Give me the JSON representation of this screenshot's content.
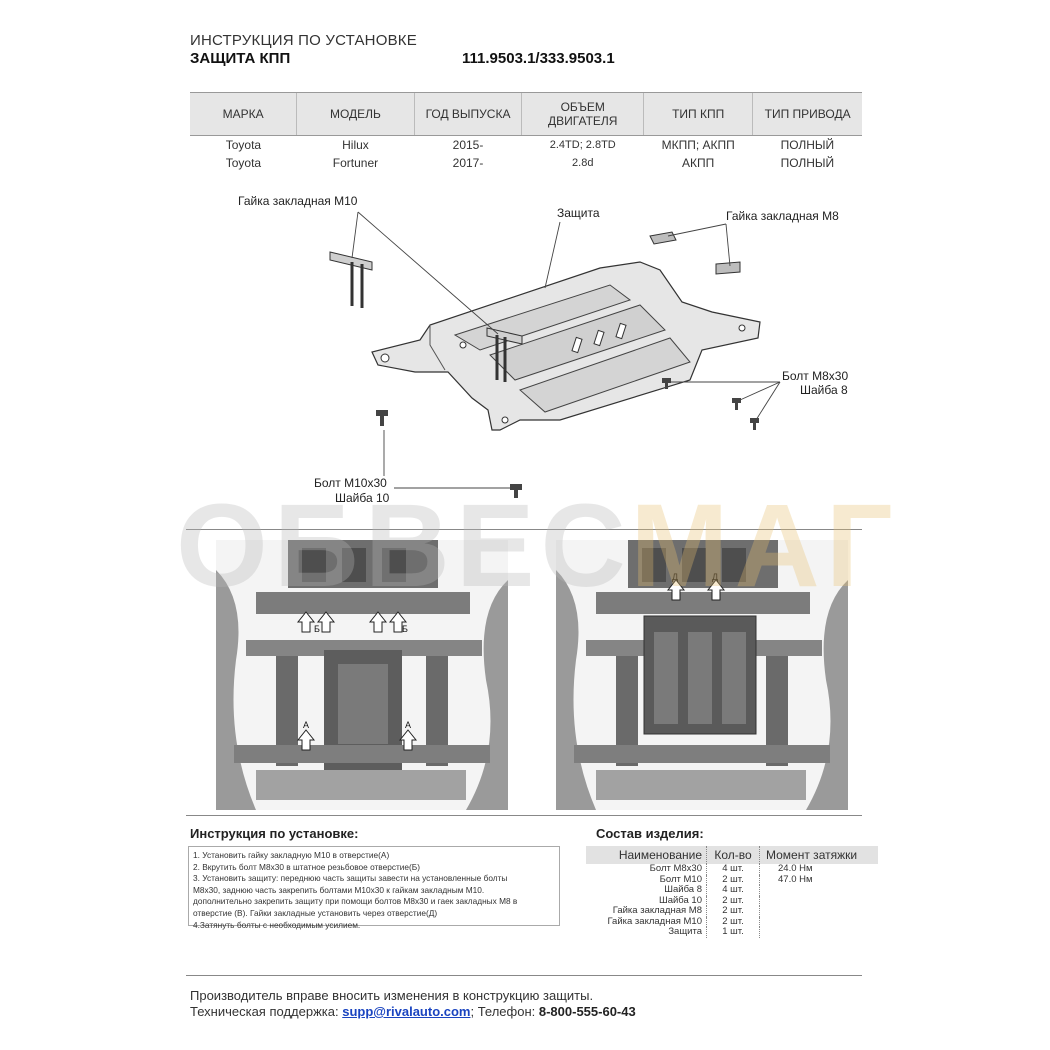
{
  "header": {
    "title": "ИНСТРУКЦИЯ ПО УСТАНОВКЕ",
    "subtitle": "ЗАЩИТА КПП",
    "code": "111.9503.1/333.9503.1"
  },
  "spec_table": {
    "columns": [
      "МАРКА",
      "МОДЕЛЬ",
      "ГОД ВЫПУСКА",
      "ОБЪЕМ ДВИГАТЕЛЯ",
      "ТИП КПП",
      "ТИП ПРИВОДА"
    ],
    "rows": [
      [
        "Toyota",
        "Hilux",
        "2015-",
        "2.4TD; 2.8TD",
        "МКПП; АКПП",
        "ПОЛНЫЙ"
      ],
      [
        "Toyota",
        "Fortuner",
        "2017-",
        "2.8d",
        "АКПП",
        "ПОЛНЫЙ"
      ]
    ]
  },
  "diagram": {
    "callout_nut_m10": "Гайка закладная М10",
    "callout_guard": "Защита",
    "callout_nut_m8": "Гайка закладная М8",
    "callout_bolt_m8": "Болт М8х30",
    "callout_washer_8": "Шайба 8",
    "callout_bolt_m10": "Болт М10х30",
    "callout_washer_10": "Шайба 10"
  },
  "watermark": {
    "part1": "ОБВЕС",
    "part2": "МАГ"
  },
  "photo_labels": {
    "left_b": "Б",
    "left_a": "А",
    "right_d": "Д"
  },
  "instructions": {
    "heading": "Инструкция по установке:",
    "lines": [
      "1. Установить гайку закладную М10 в отверстие(А)",
      "2. Вкрутить болт М8х30 в штатное резьбовое отверстие(Б)",
      "3. Установить защиту: переднюю часть защиты завести на установленные болты",
      "М8х30, заднюю часть закрепить болтами М10х30 к гайкам закладным М10.",
      "дополнительно закрепить защиту при помощи болтов М8х30 и гаек закладных М8 в",
      "отверстие (В). Гайки закладные установить через отверстие(Д)",
      "4.Затянуть болты с необходимым усилием."
    ]
  },
  "composition": {
    "heading": "Состав изделия:",
    "headers": [
      "Наименование",
      "Кол-во",
      "Момент затяжки"
    ],
    "rows": [
      [
        "Болт М8х30",
        "4 шт.",
        "24.0 Нм"
      ],
      [
        "Болт М10",
        "2 шт.",
        "47.0 Нм"
      ],
      [
        "Шайба 8",
        "4 шт.",
        ""
      ],
      [
        "Шайба 10",
        "2 шт.",
        ""
      ],
      [
        "Гайка закладная М8",
        "2 шт.",
        ""
      ],
      [
        "Гайка закладная М10",
        "2 шт.",
        ""
      ],
      [
        "Защита",
        "1 шт.",
        ""
      ]
    ]
  },
  "footer": {
    "note": "Производитель вправе вносить изменения в конструкцию защиты.",
    "support_label": "Техническая поддержка:",
    "email": "supp@rivalauto.com",
    "phone_label": "; Телефон:",
    "phone": "8-800-555-60-43"
  }
}
